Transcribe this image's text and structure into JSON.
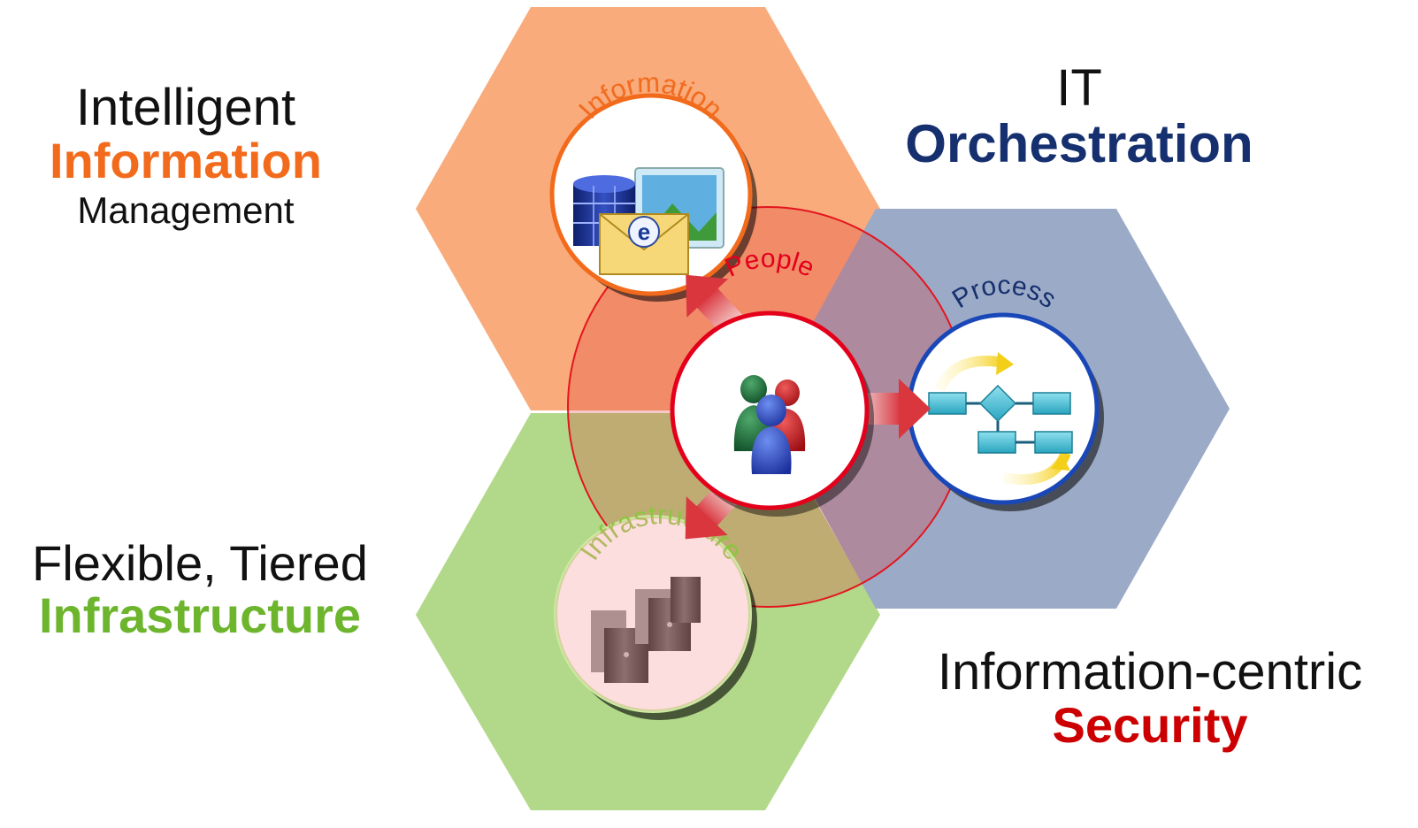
{
  "labels": {
    "information_management": {
      "line1": "Intelligent",
      "line2": "Information",
      "line3": "Management"
    },
    "orchestration": {
      "line1": "IT",
      "line2": "Orchestration"
    },
    "infrastructure": {
      "line1": "Flexible, Tiered",
      "line2": "Infrastructure"
    },
    "security": {
      "line1": "Information-centric",
      "line2": "Security"
    }
  },
  "circles": {
    "information": "Information",
    "people": "People",
    "process": "Process",
    "infrastructure": "Infrastructure"
  },
  "colors": {
    "orange_hex": "#f9ab7b",
    "blue_hex": "#9baac6",
    "green_hex": "#b2d889",
    "information_accent": "#f26b1d",
    "orchestration_accent": "#16306f",
    "infrastructure_accent": "#6cb52d",
    "security_accent": "#cc0000",
    "people_ring": "#e4001b",
    "process_ring": "#1a47b8"
  },
  "icons": {
    "information": "database-email-image-icon",
    "people": "people-group-icon",
    "process": "flowchart-icon",
    "infrastructure": "server-rack-icon"
  }
}
